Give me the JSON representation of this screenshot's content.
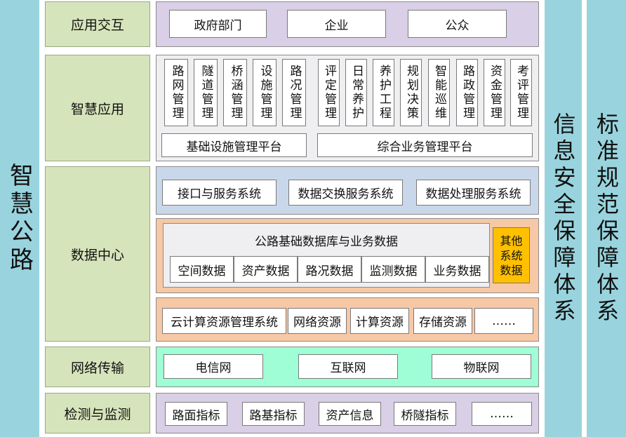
{
  "left_pillar": "智慧公路",
  "right_pillars": [
    "信息安全保障体系",
    "标准规范保障体系"
  ],
  "layers": {
    "interaction": {
      "label": "应用交互",
      "items": [
        "政府部门",
        "企业",
        "公众"
      ]
    },
    "smart_app": {
      "label": "智慧应用",
      "infrastructure_modules": [
        "路网管理",
        "隧道管理",
        "桥涵管理",
        "设施管理",
        "路况管理"
      ],
      "business_modules": [
        "评定管理",
        "日常养护",
        "养护工程",
        "规划决策",
        "智能巡维",
        "路政管理",
        "资金管理",
        "考评管理"
      ],
      "platforms": [
        "基础设施管理平台",
        "综合业务管理平台"
      ]
    },
    "data_center": {
      "label": "数据中心",
      "services": [
        "接口与服务系统",
        "数据交换服务系统",
        "数据处理服务系统"
      ],
      "db_title": "公路基础数据库与业务数据",
      "db_items": [
        "空间数据",
        "资产数据",
        "路况数据",
        "监测数据",
        "业务数据"
      ],
      "other_data": "其他系统数据",
      "resources": [
        "云计算资源管理系统",
        "网络资源",
        "计算资源",
        "存储资源",
        "……"
      ]
    },
    "network": {
      "label": "网络传输",
      "items": [
        "电信网",
        "互联网",
        "物联网"
      ]
    },
    "monitoring": {
      "label": "检测与监测",
      "items": [
        "路面指标",
        "路基指标",
        "资产信息",
        "桥隧指标",
        "……"
      ]
    }
  },
  "colors": {
    "pillar": "#99d4de",
    "layer_label": "#d6e4bb",
    "interaction_bg": "#d9cfe6",
    "smart_app_bg": "#efeff1",
    "services_bg": "#c9d7ea",
    "database_bg": "#f7c8a5",
    "other_data": "#ffc000",
    "network_bg": "#9ffed5",
    "monitoring_bg": "#d9cfe6"
  }
}
